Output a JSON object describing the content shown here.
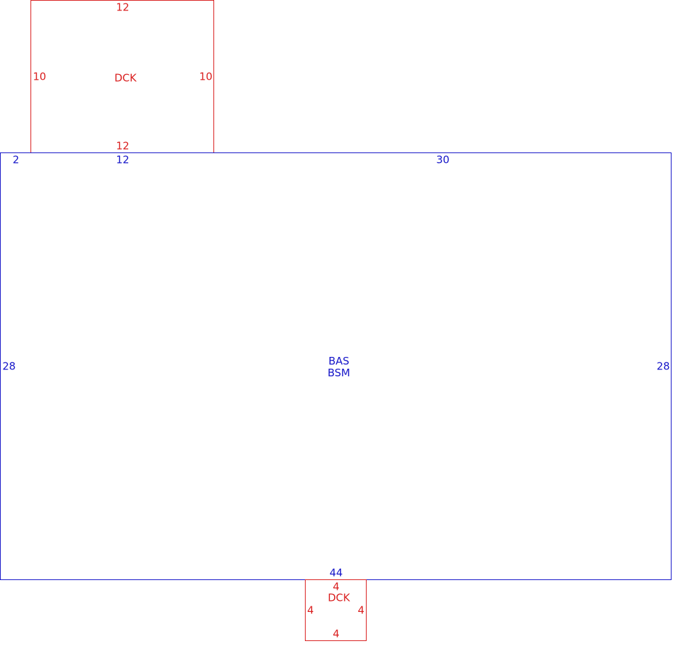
{
  "colors": {
    "main": "#1414c8",
    "deck": "#d91e1e"
  },
  "deck_top": {
    "code": "DCK",
    "top": "12",
    "bottom": "12",
    "left": "10",
    "right": "10"
  },
  "main_area": {
    "code_1": "BAS",
    "code_2": "BSM",
    "top_segment_1": "2",
    "top_segment_2": "12",
    "top_segment_3": "30",
    "bottom": "44",
    "left": "28",
    "right": "28"
  },
  "deck_bottom": {
    "code": "DCK",
    "top": "4",
    "bottom": "4",
    "left": "4",
    "right": "4"
  }
}
